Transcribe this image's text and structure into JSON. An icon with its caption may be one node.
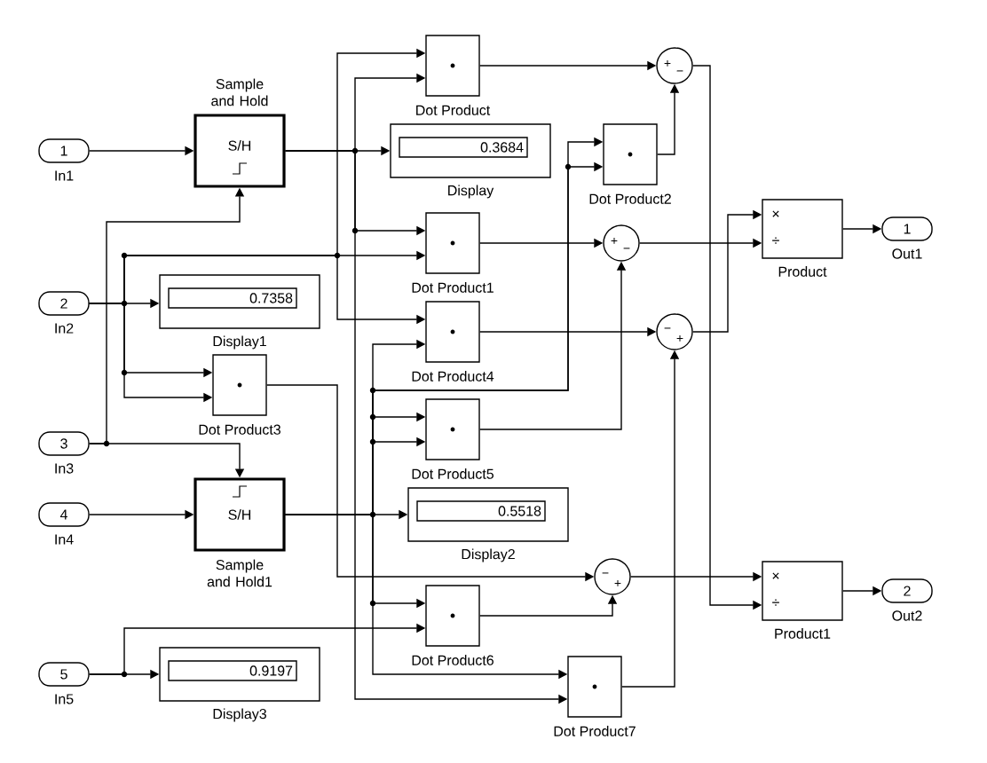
{
  "diagram": {
    "nodes": [
      {
        "text": [
          "1"
        ],
        "beside": [
          "In1"
        ]
      },
      {
        "text": [
          "2"
        ],
        "beside": [
          "In2"
        ]
      },
      {
        "text": [
          "3"
        ],
        "beside": [
          "In3"
        ]
      },
      {
        "text": [
          "4"
        ],
        "beside": [
          "In4"
        ]
      },
      {
        "text": [
          "5"
        ],
        "beside": [
          "In5"
        ]
      },
      {
        "text": [
          "Sample and Hold",
          "S/H"
        ]
      },
      {
        "text": [
          "S/H",
          "Sample and Hold1"
        ]
      },
      {
        "text": [
          "0.3684",
          "Display"
        ]
      },
      {
        "text": [
          "0.7358",
          "Display1"
        ]
      },
      {
        "text": [
          "0.5518",
          "Display2"
        ]
      },
      {
        "text": [
          "0.9197",
          "Display3"
        ]
      },
      {
        "text": [
          "Dot Product"
        ]
      },
      {
        "text": [
          "Dot Product1"
        ]
      },
      {
        "text": [
          "Dot Product2"
        ]
      },
      {
        "text": [
          "Dot Product3"
        ]
      },
      {
        "text": [
          "Dot Product4"
        ]
      },
      {
        "text": [
          "Dot Product5"
        ]
      },
      {
        "text": [
          "Dot Product6"
        ]
      },
      {
        "text": [
          "Dot Product7"
        ]
      },
      {
        "text": [
          "+",
          "−"
        ]
      },
      {
        "text": [
          "+",
          "−"
        ]
      },
      {
        "text": [
          "−",
          "+"
        ]
      },
      {
        "text": [
          "−",
          "+"
        ]
      },
      {
        "text": [
          "×",
          "÷",
          "Product"
        ]
      },
      {
        "text": [
          "×",
          "÷",
          "Product1"
        ]
      },
      {
        "text": [
          "1"
        ],
        "beside": [
          "Out1"
        ]
      },
      {
        "text": [
          "2"
        ],
        "beside": [
          "Out2"
        ]
      }
    ],
    "edges": [
      {
        "from": 0,
        "to": 5,
        "arrow": "to"
      },
      {
        "from": 1,
        "to": 8,
        "arrow": "to"
      },
      {
        "from": 1,
        "to": 14,
        "arrow": "to"
      },
      {
        "from": 1,
        "to": 14,
        "arrow": "to"
      },
      {
        "from": 1,
        "to": 11,
        "arrow": "to"
      },
      {
        "from": 1,
        "to": 12,
        "arrow": "to"
      },
      {
        "from": 1,
        "to": 15,
        "arrow": "to"
      },
      {
        "from": 2,
        "to": 5,
        "arrow": "to"
      },
      {
        "from": 2,
        "to": 6,
        "arrow": "to"
      },
      {
        "from": 5,
        "to": 7,
        "arrow": "to"
      },
      {
        "from": 5,
        "to": 11,
        "arrow": "to"
      },
      {
        "from": 5,
        "to": 12,
        "arrow": "to"
      },
      {
        "from": 5,
        "to": 18,
        "arrow": "to"
      },
      {
        "from": 3,
        "to": 6,
        "arrow": "to"
      },
      {
        "from": 6,
        "to": 9,
        "arrow": "to"
      },
      {
        "from": 6,
        "to": 13,
        "arrow": "to"
      },
      {
        "from": 6,
        "to": 13,
        "arrow": "to"
      },
      {
        "from": 6,
        "to": 15,
        "arrow": "to"
      },
      {
        "from": 6,
        "to": 16,
        "arrow": "to"
      },
      {
        "from": 6,
        "to": 16,
        "arrow": "to"
      },
      {
        "from": 6,
        "to": 17,
        "arrow": "to"
      },
      {
        "from": 6,
        "to": 18,
        "arrow": "to"
      },
      {
        "from": 4,
        "to": 10,
        "arrow": "to"
      },
      {
        "from": 4,
        "to": 17,
        "arrow": "to"
      },
      {
        "from": 14,
        "to": 22,
        "arrow": "to"
      },
      {
        "from": 11,
        "to": 19,
        "arrow": "to"
      },
      {
        "from": 13,
        "to": 19,
        "arrow": "to"
      },
      {
        "from": 12,
        "to": 20,
        "arrow": "to"
      },
      {
        "from": 16,
        "to": 20,
        "arrow": "to"
      },
      {
        "from": 15,
        "to": 21,
        "arrow": "to"
      },
      {
        "from": 18,
        "to": 21,
        "arrow": "to"
      },
      {
        "from": 17,
        "to": 22,
        "arrow": "to"
      },
      {
        "from": 19,
        "to": 24,
        "arrow": "to"
      },
      {
        "from": 20,
        "to": 23,
        "arrow": "to"
      },
      {
        "from": 21,
        "to": 23,
        "arrow": "to"
      },
      {
        "from": 22,
        "to": 24,
        "arrow": "to"
      },
      {
        "from": 23,
        "to": 25,
        "arrow": "to"
      },
      {
        "from": 24,
        "to": 26,
        "arrow": "to"
      }
    ]
  }
}
